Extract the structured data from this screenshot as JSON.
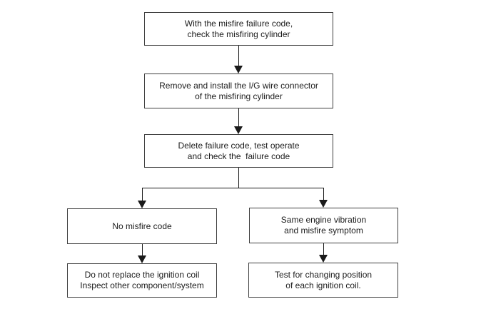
{
  "colors": {
    "background": "#ffffff",
    "box-fill": "#ffffff",
    "border": "#3f3f3f",
    "text": "#1c1c1c",
    "line": "#1a1a1a"
  },
  "nodes": {
    "step1": {
      "line1": "With the misfire failure code,",
      "line2": "check the misfiring cylinder"
    },
    "step2": {
      "line1": "Remove and install the I/G wire connector",
      "line2": "of the misfiring cylinder"
    },
    "step3": {
      "line1": "Delete failure code, test operate",
      "line2": "and check the  failure code"
    },
    "branch_left": {
      "line1": "No misfire code"
    },
    "branch_right": {
      "line1": "Same engine vibration",
      "line2": "and misfire symptom"
    },
    "result_left": {
      "line1": "Do not replace the ignition coil",
      "line2": "Inspect other component/system"
    },
    "result_right": {
      "line1": "Test for changing position",
      "line2": "of each ignition coil."
    }
  },
  "edges": [
    {
      "from": "step1",
      "to": "step2"
    },
    {
      "from": "step2",
      "to": "step3"
    },
    {
      "from": "step3",
      "to": "branch_left"
    },
    {
      "from": "step3",
      "to": "branch_right"
    },
    {
      "from": "branch_left",
      "to": "result_left"
    },
    {
      "from": "branch_right",
      "to": "result_right"
    }
  ]
}
